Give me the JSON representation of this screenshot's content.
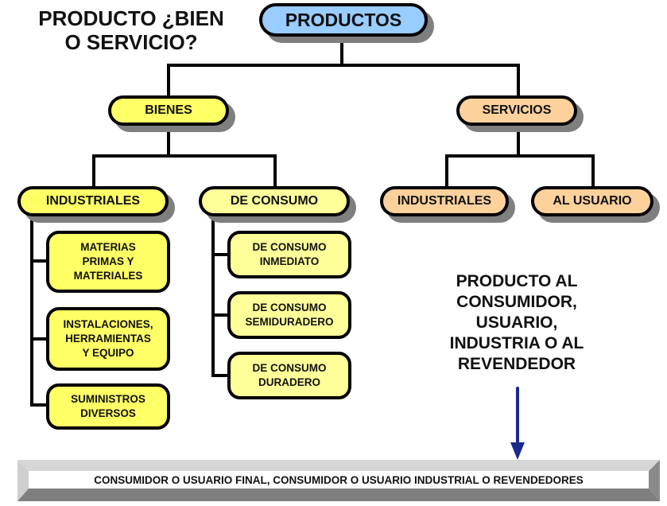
{
  "title": "PRODUCTO ¿BIEN O SERVICIO?",
  "title_lines": [
    "PRODUCTO ¿BIEN",
    "O SERVICIO?"
  ],
  "root": {
    "label": "PRODUCTOS",
    "color": "#99ccff"
  },
  "bienes": {
    "label": "BIENES",
    "color": "#ffff66",
    "industriales": {
      "label": "INDUSTRIALES",
      "children": [
        "MATERIAS PRIMAS Y MATERIALES",
        "INSTALACIONES, HERRAMIENTAS Y EQUIPO",
        "SUMINISTROS DIVERSOS"
      ],
      "children_lines": [
        [
          "MATERIAS",
          "PRIMAS Y",
          "MATERIALES"
        ],
        [
          "INSTALACIONES,",
          "HERRAMIENTAS",
          "Y EQUIPO"
        ],
        [
          "SUMINISTROS",
          "DIVERSOS"
        ]
      ]
    },
    "consumo": {
      "label": "DE CONSUMO",
      "color": "#ffff99",
      "children": [
        "DE CONSUMO INMEDIATO",
        "DE CONSUMO SEMIDURADERO",
        "DE CONSUMO DURADERO"
      ],
      "children_lines": [
        [
          "DE CONSUMO",
          "INMEDIATO"
        ],
        [
          "DE CONSUMO",
          "SEMIDURADERO"
        ],
        [
          "DE CONSUMO",
          "DURADERO"
        ]
      ]
    }
  },
  "servicios": {
    "label": "SERVICIOS",
    "color": "#fcd19c",
    "children": [
      "INDUSTRIALES",
      "AL USUARIO"
    ]
  },
  "note": {
    "text": "PRODUCTO AL CONSUMIDOR, USUARIO, INDUSTRIA O AL REVENDEDOR",
    "lines": [
      "PRODUCTO AL",
      "CONSUMIDOR,",
      "USUARIO,",
      "INDUSTRIA O AL",
      "REVENDEDOR"
    ],
    "arrow_color": "#1a2a8c"
  },
  "bottom_box": "CONSUMIDOR O USUARIO FINAL, CONSUMIDOR O USUARIO INDUSTRIAL O REVENDEDORES"
}
